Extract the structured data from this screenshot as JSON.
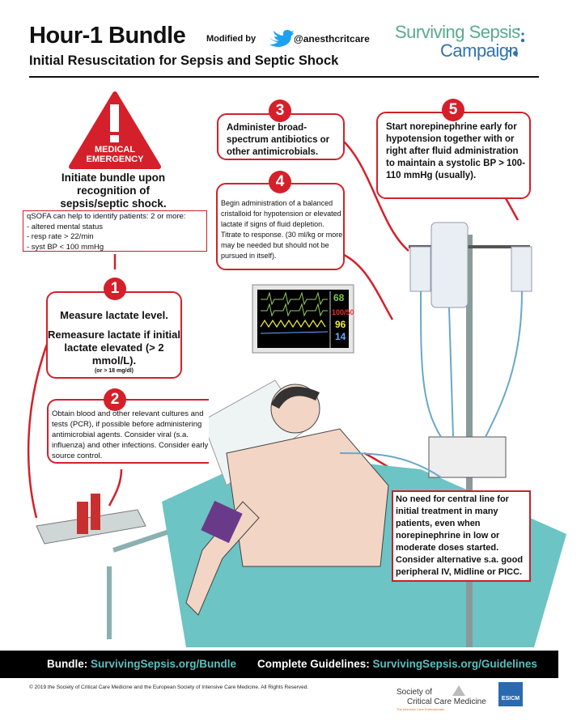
{
  "header": {
    "title": "Hour-1 Bundle",
    "modified_by": "Modified by",
    "twitter_handle": "@anesthcritcare",
    "subtitle": "Initial Resuscitation for Sepsis and Septic Shock",
    "logo_line1": "Surviving Sepsis",
    "logo_line2": "Campaign"
  },
  "emergency": {
    "sign_line1": "MEDICAL",
    "sign_line2": "EMERGENCY",
    "initiate_text": "Initiate bundle upon recognition of sepsis/septic shock."
  },
  "qsofa": {
    "lines": [
      "qSOFA can help to identify patients: 2 or more:",
      "- altered mental status",
      "- resp rate > 22/min",
      "- syst BP < 100 mmHg"
    ]
  },
  "steps": [
    {
      "number": "1",
      "text": "Measure lactate level.",
      "text2": "Remeasure lactate if initial lactate elevated (> 2 mmol/L).",
      "note": "(or > 18 mg/dl)"
    },
    {
      "number": "2",
      "text": "Obtain blood and other relevant cultures and tests (PCR), if possible before administering antimicrobial agents. Consider viral (s.a. influenza) and other infections. Consider early source control."
    },
    {
      "number": "3",
      "text": "Administer broad-spectrum antibiotics or other antimicrobials."
    },
    {
      "number": "4",
      "text": "Begin administration of a balanced cristalloid for hypotension or elevated lactate if signs of fluid depletion. Titrate to response. (30 ml/kg or more may be needed but should not be pursued in itself)."
    },
    {
      "number": "5",
      "text": "Start norepinephrine early for hypotension together with or right after fluid administration to maintain a systolic BP > 100-110 mmHg (usually)."
    }
  ],
  "monitor": {
    "hr": "68",
    "bp": "100/50",
    "spo2": "96",
    "rr": "14"
  },
  "central_line_note": "No need for central line for initial treatment in many patients, even when norepinephrine in low or moderate doses started. Consider alternative s.a. good peripheral IV, Midline or PICC.",
  "footer": {
    "bundle_label": "Bundle:",
    "bundle_link": "SurvivingSepsis.org/Bundle",
    "guidelines_label": "Complete Guidelines:",
    "guidelines_link": "SurvivingSepsis.org/Guidelines",
    "copyright": "© 2019 the Society of Critical Care Medicine and the European Society of Intensive Care Medicine. All Rights Reserved.",
    "sccm_line1": "Society of",
    "sccm_line2": "Critical Care Medicine",
    "sccm_tagline": "The Intensive Care Professionals",
    "esicm": "ESICM"
  },
  "colors": {
    "accent_red": "#d4202a",
    "logo_green": "#5aaa8e",
    "logo_blue": "#2f73b4",
    "link_teal": "#5cc0c0",
    "footer_bg": "#000000"
  }
}
